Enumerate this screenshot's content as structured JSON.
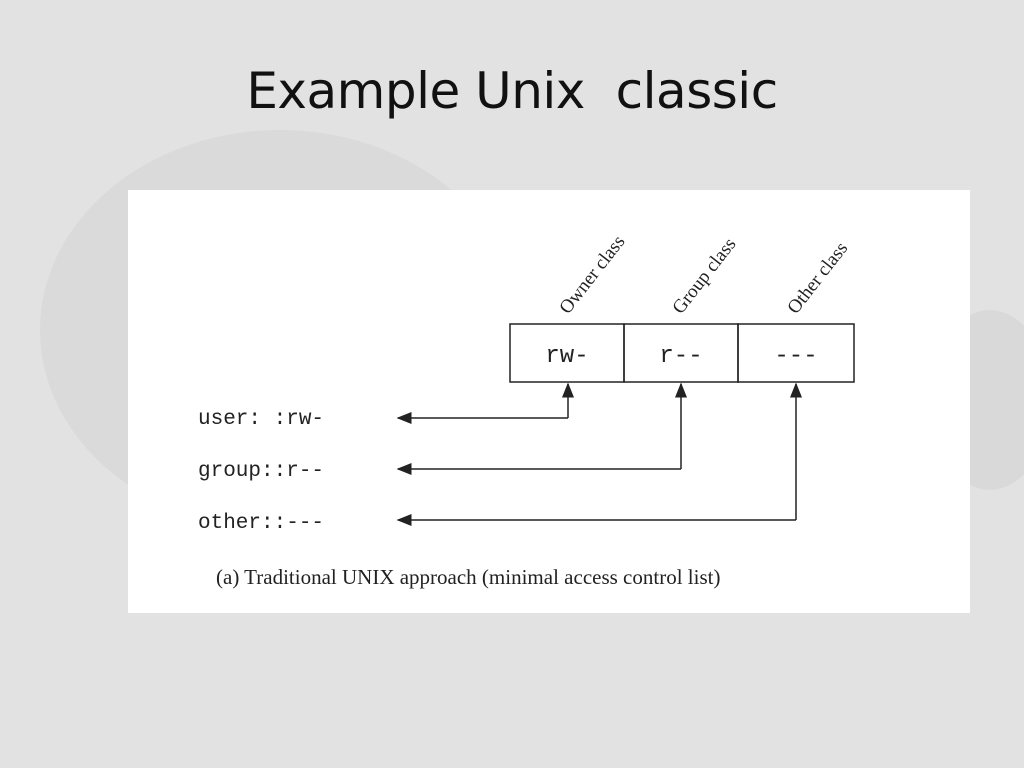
{
  "slide": {
    "title": "Example Unix  classic"
  },
  "diagram": {
    "class_labels": [
      "Owner class",
      "Group class",
      "Other class"
    ],
    "permission_cells": [
      "rw-",
      "r--",
      "---"
    ],
    "acl_entries": [
      "user: :rw-",
      "group::r--",
      "other::---"
    ],
    "caption": "(a) Traditional UNIX approach (minimal access control list)"
  },
  "colors": {
    "background": "#e2e2e2",
    "figure_bg": "#ffffff",
    "ink": "#222222"
  }
}
